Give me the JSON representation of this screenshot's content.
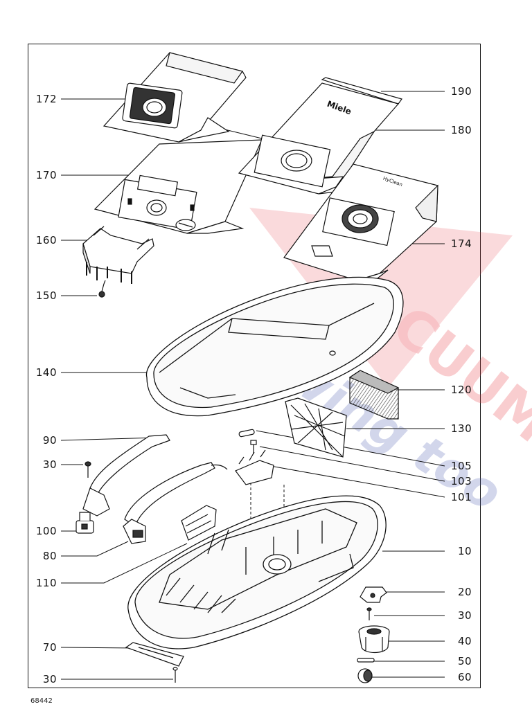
{
  "watermark": {
    "line1": "VACUUMS",
    "line2": "Sewing too",
    "red": "#e8404a",
    "blue": "#4a5bb0"
  },
  "bag_brand_logo": "Miele",
  "filter_brand_logo": "HyClean",
  "callouts": {
    "c172": "172",
    "c170": "170",
    "c160": "160",
    "c150": "150",
    "c140": "140",
    "c90": "90",
    "c30a": "30",
    "c100": "100",
    "c80": "80",
    "c110": "110",
    "c70": "70",
    "c30c": "30",
    "c190": "190",
    "c180": "180",
    "c174": "174",
    "c120": "120",
    "c130": "130",
    "c105": "105",
    "c103": "103",
    "c101": "101",
    "c10": "10",
    "c20": "20",
    "c30b": "30",
    "c40": "40",
    "c50": "50",
    "c60": "60"
  },
  "document_number": "68442"
}
